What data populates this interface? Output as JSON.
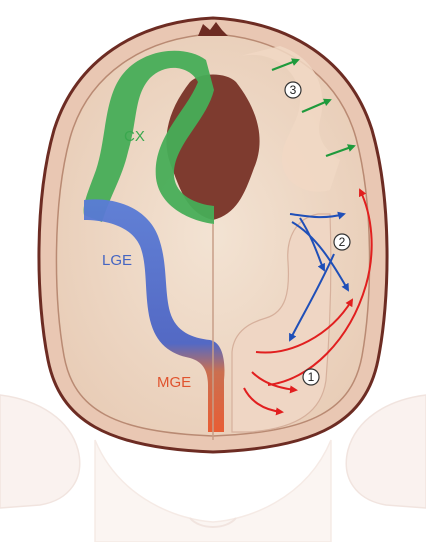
{
  "labels": {
    "cx": "CX",
    "lge": "LGE",
    "mge": "MGE"
  },
  "steps": [
    {
      "number": "1"
    },
    {
      "number": "2"
    },
    {
      "number": "3"
    }
  ],
  "colors": {
    "cortex": "#3aa84e",
    "lge": "#4565c2",
    "mge": "#e0532e",
    "migration_tangential": "#e11f1f",
    "migration_intracortical": "#1f4fb8",
    "migration_radial": "#1f9a3c",
    "tissue": "#f0dccb",
    "skull": "#6d2c23",
    "ventricle": "#7e3b2f"
  },
  "icons": {
    "step_marker": "circled-number"
  }
}
